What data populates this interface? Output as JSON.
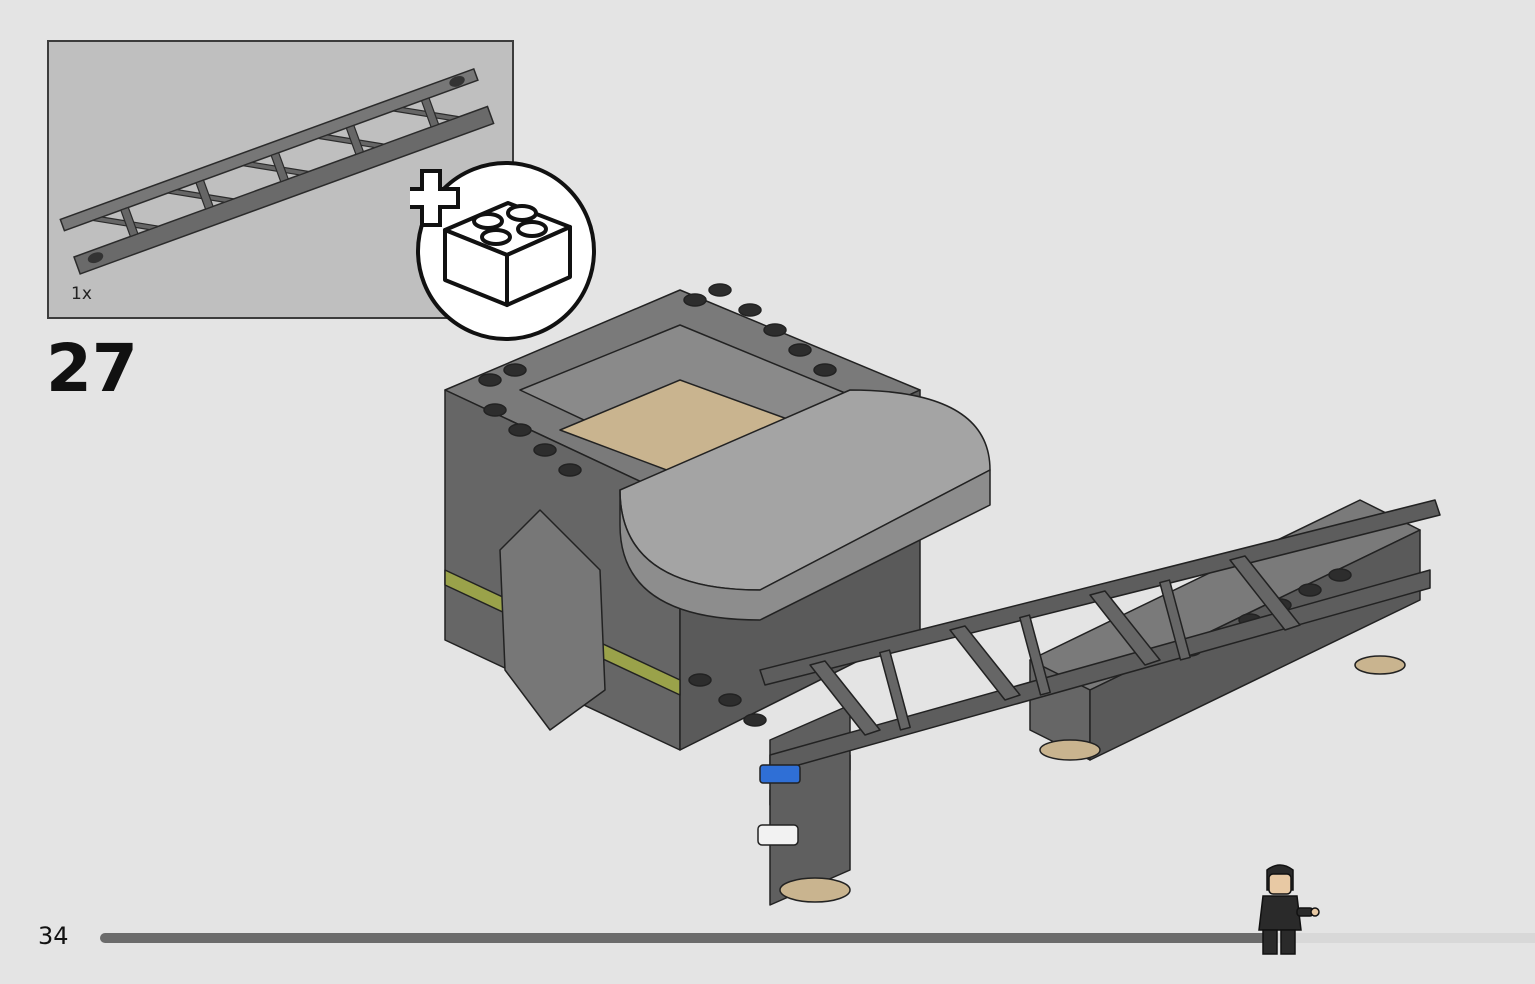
{
  "parts_list": {
    "items": [
      {
        "icon": "truss-rail-part-icon",
        "quantity": "1x"
      }
    ]
  },
  "add_bricks_icon": "plus-brick-icon",
  "step": {
    "number": "27"
  },
  "page": {
    "number": "34"
  },
  "progress": {
    "fraction": 0.82
  },
  "colors": {
    "dark_bluish_gray": "#6f6f6f",
    "rail_gray": "#5d5d5d",
    "tan": "#c9b48f",
    "olive": "#9aa24a",
    "blue": "#2f6fd6",
    "background": "#e4e4e4",
    "parts_box": "#bfbfbf"
  }
}
